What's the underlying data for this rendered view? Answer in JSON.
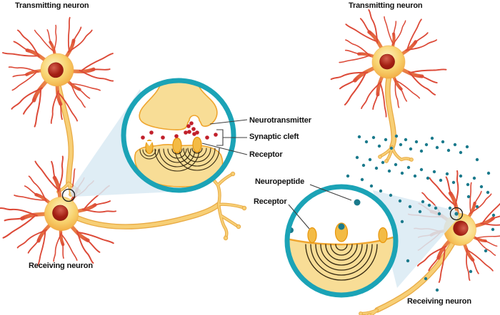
{
  "labels": {
    "left_transmitting": "Transmitting neuron",
    "left_receiving": "Receiving neuron",
    "right_transmitting": "Transmitting neuron",
    "right_receiving": "Receiving neuron",
    "neurotransmitter": "Neurotransmitter",
    "synaptic_cleft": "Synaptic cleft",
    "receptor_chemical": "Receptor",
    "neuropeptide": "Neuropeptide",
    "receptor_peptide": "Receptor"
  },
  "colors": {
    "background": "#ffffff",
    "ring": "#1ba3b6",
    "beam": "#d9eaf3",
    "blob": "#f8dd96",
    "blob_edge": "#efa52e",
    "receptor": "#f3bb45",
    "receptor_edge": "#e8960c",
    "neurotransmitter_dot": "#c1202b",
    "neuropeptide_dot": "#1b7a8c",
    "soma_light": "#fdf2c2",
    "soma_mid": "#f8d370",
    "soma_dark": "#f0a338",
    "nucleus_light": "#d4604f",
    "nucleus_dark": "#a31e12",
    "dendrite_base": "#f09a4e",
    "dendrite_tip": "#dc4937",
    "axon_fill": "#f7cf76",
    "axon_edge": "#e9ab45",
    "arc_line": "#33270f",
    "leader_line": "#3c3c3c",
    "label_text": "#121212",
    "marker_ring": "#1c1c1c"
  }
}
